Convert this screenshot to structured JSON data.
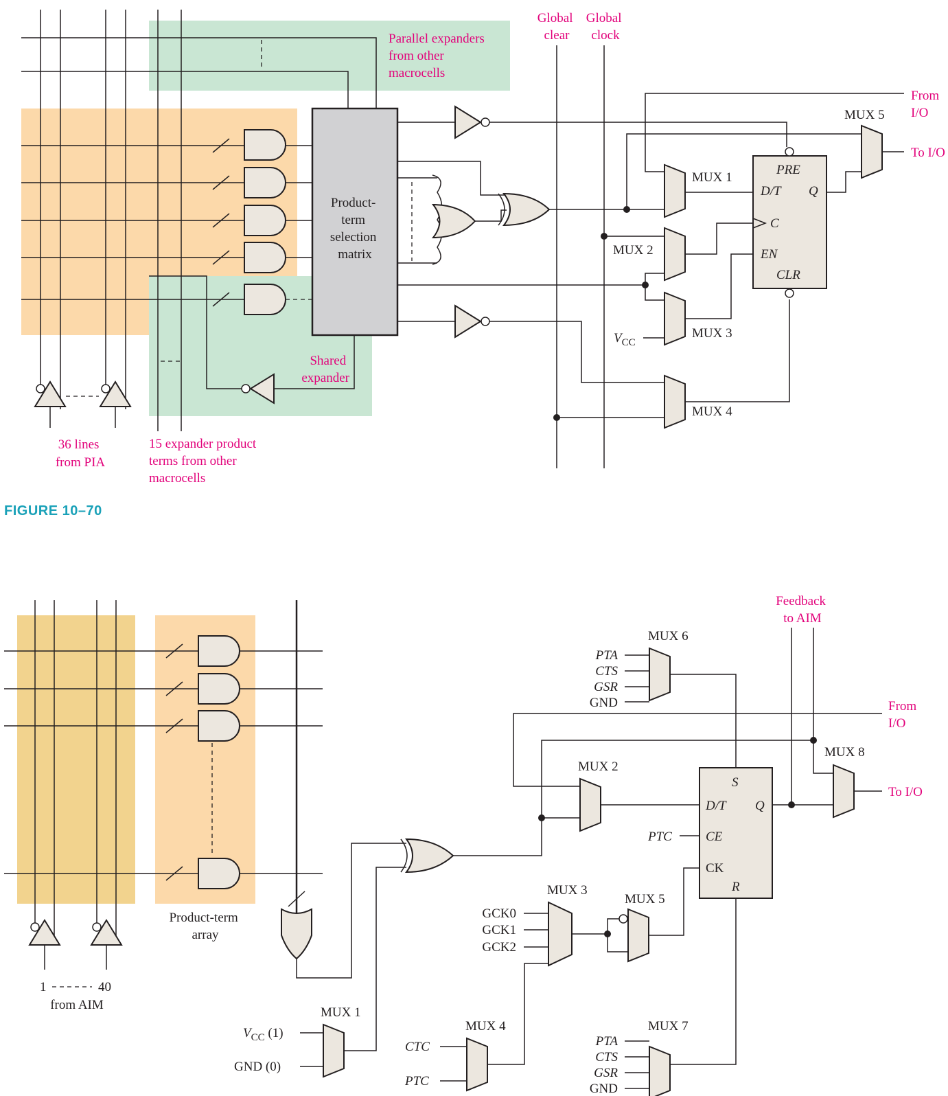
{
  "figure1": {
    "caption": "FIGURE 10–70",
    "labels": {
      "parallel_expanders": [
        "Parallel expanders",
        "from other",
        "macrocells"
      ],
      "global_clear": [
        "Global",
        "clear"
      ],
      "global_clock": [
        "Global",
        "clock"
      ],
      "from_io": [
        "From",
        "I/O"
      ],
      "to_io": "To I/O",
      "matrix": [
        "Product-",
        "term",
        "selection",
        "matrix"
      ],
      "shared_expander": [
        "Shared",
        "expander"
      ],
      "pia_lines": [
        "36 lines",
        "from PIA"
      ],
      "expander_terms": [
        "15 expander product",
        "terms from other",
        "macrocells"
      ],
      "vcc": "V",
      "vcc_sub": "CC"
    },
    "muxes": [
      "MUX 1",
      "MUX 2",
      "MUX 3",
      "MUX 4",
      "MUX 5"
    ],
    "ff_pins": {
      "pre": "PRE",
      "dt": "D/T",
      "q": "Q",
      "c": "C",
      "en": "EN",
      "clr": "CLR"
    }
  },
  "figure2": {
    "labels": {
      "feedback": [
        "Feedback",
        "to AIM"
      ],
      "from_io": [
        "From",
        "I/O"
      ],
      "to_io": "To I/O",
      "product_term_array": [
        "Product-term",
        "array"
      ],
      "aim_range_start": "1",
      "aim_range_end": "40",
      "from_aim": "from AIM",
      "vcc1": "V",
      "vcc1_sub": "CC",
      "vcc1_suffix": " (1)",
      "gnd0": "GND (0)",
      "ptc": "PTC",
      "ctc": "CTC"
    },
    "muxes": [
      "MUX 1",
      "MUX 2",
      "MUX 3",
      "MUX 4",
      "MUX 5",
      "MUX 6",
      "MUX 7",
      "MUX 8"
    ],
    "mux6_inputs": [
      "PTA",
      "CTS",
      "GSR",
      "GND"
    ],
    "mux7_inputs": [
      "PTA",
      "CTS",
      "GSR",
      "GND"
    ],
    "mux3_inputs": [
      "GCK0",
      "GCK1",
      "GCK2"
    ],
    "mux4_inputs": [
      "CTC",
      "PTC"
    ],
    "ff_pins": {
      "s": "S",
      "dt": "D/T",
      "q": "Q",
      "ce": "CE",
      "ck": "CK",
      "r": "R"
    }
  },
  "colors": {
    "label_pink": "#e2007a",
    "figure_teal": "#1aa1b8",
    "orange_region": "#fcd9aa",
    "green_region": "#c9e6d3",
    "tan_region": "#f2d38e",
    "gate_fill": "#ece7df",
    "matrix_grey": "#d1d1d3"
  }
}
